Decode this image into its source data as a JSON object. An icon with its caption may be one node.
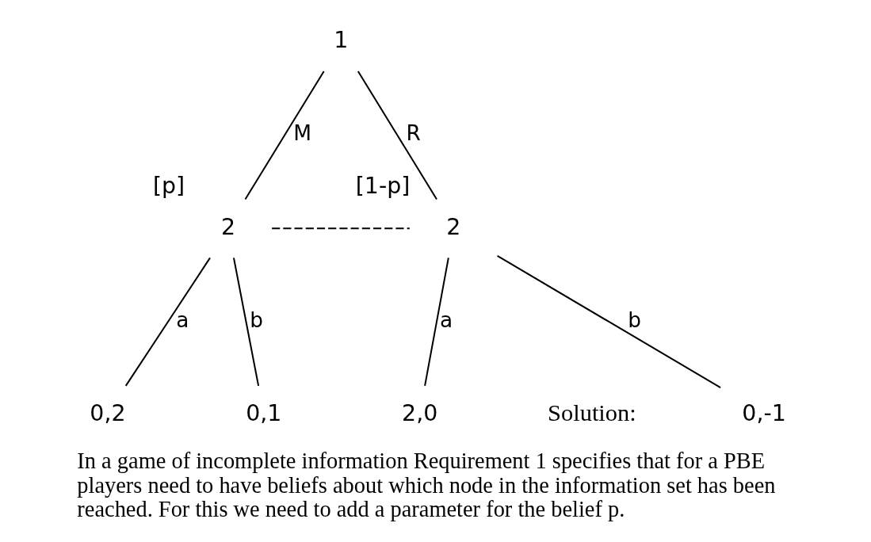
{
  "diagram": {
    "caption": "In a game of incomplete information Requirement 1 specifies that for a PBE players need to have beliefs about which node in the information set has been reached. For this we need to add a parameter for the belief p.",
    "nodes": [
      {
        "text": [
          "1"
        ]
      },
      {
        "text": [
          "2"
        ],
        "beside": [
          "[p]"
        ]
      },
      {
        "text": [
          "2"
        ],
        "beside": [
          "[1-p]"
        ]
      },
      {
        "text": [
          "0,2"
        ]
      },
      {
        "text": [
          "0,1"
        ]
      },
      {
        "text": [
          "2,0"
        ]
      },
      {
        "text": [
          "0,-1"
        ]
      }
    ],
    "edges": [
      {
        "from": 0,
        "to": 1,
        "arrow": "none",
        "label": "M"
      },
      {
        "from": 0,
        "to": 2,
        "arrow": "none",
        "label": "R"
      },
      {
        "from": 1,
        "to": 2,
        "arrow": "none",
        "style": "dashed"
      },
      {
        "from": 1,
        "to": 3,
        "arrow": "none",
        "label": "a"
      },
      {
        "from": 1,
        "to": 4,
        "arrow": "none",
        "label": "b"
      },
      {
        "from": 2,
        "to": 5,
        "arrow": "none",
        "label": "a"
      },
      {
        "from": 2,
        "to": 6,
        "arrow": "none",
        "label": "b"
      }
    ],
    "labels": [
      "Solution:"
    ]
  }
}
